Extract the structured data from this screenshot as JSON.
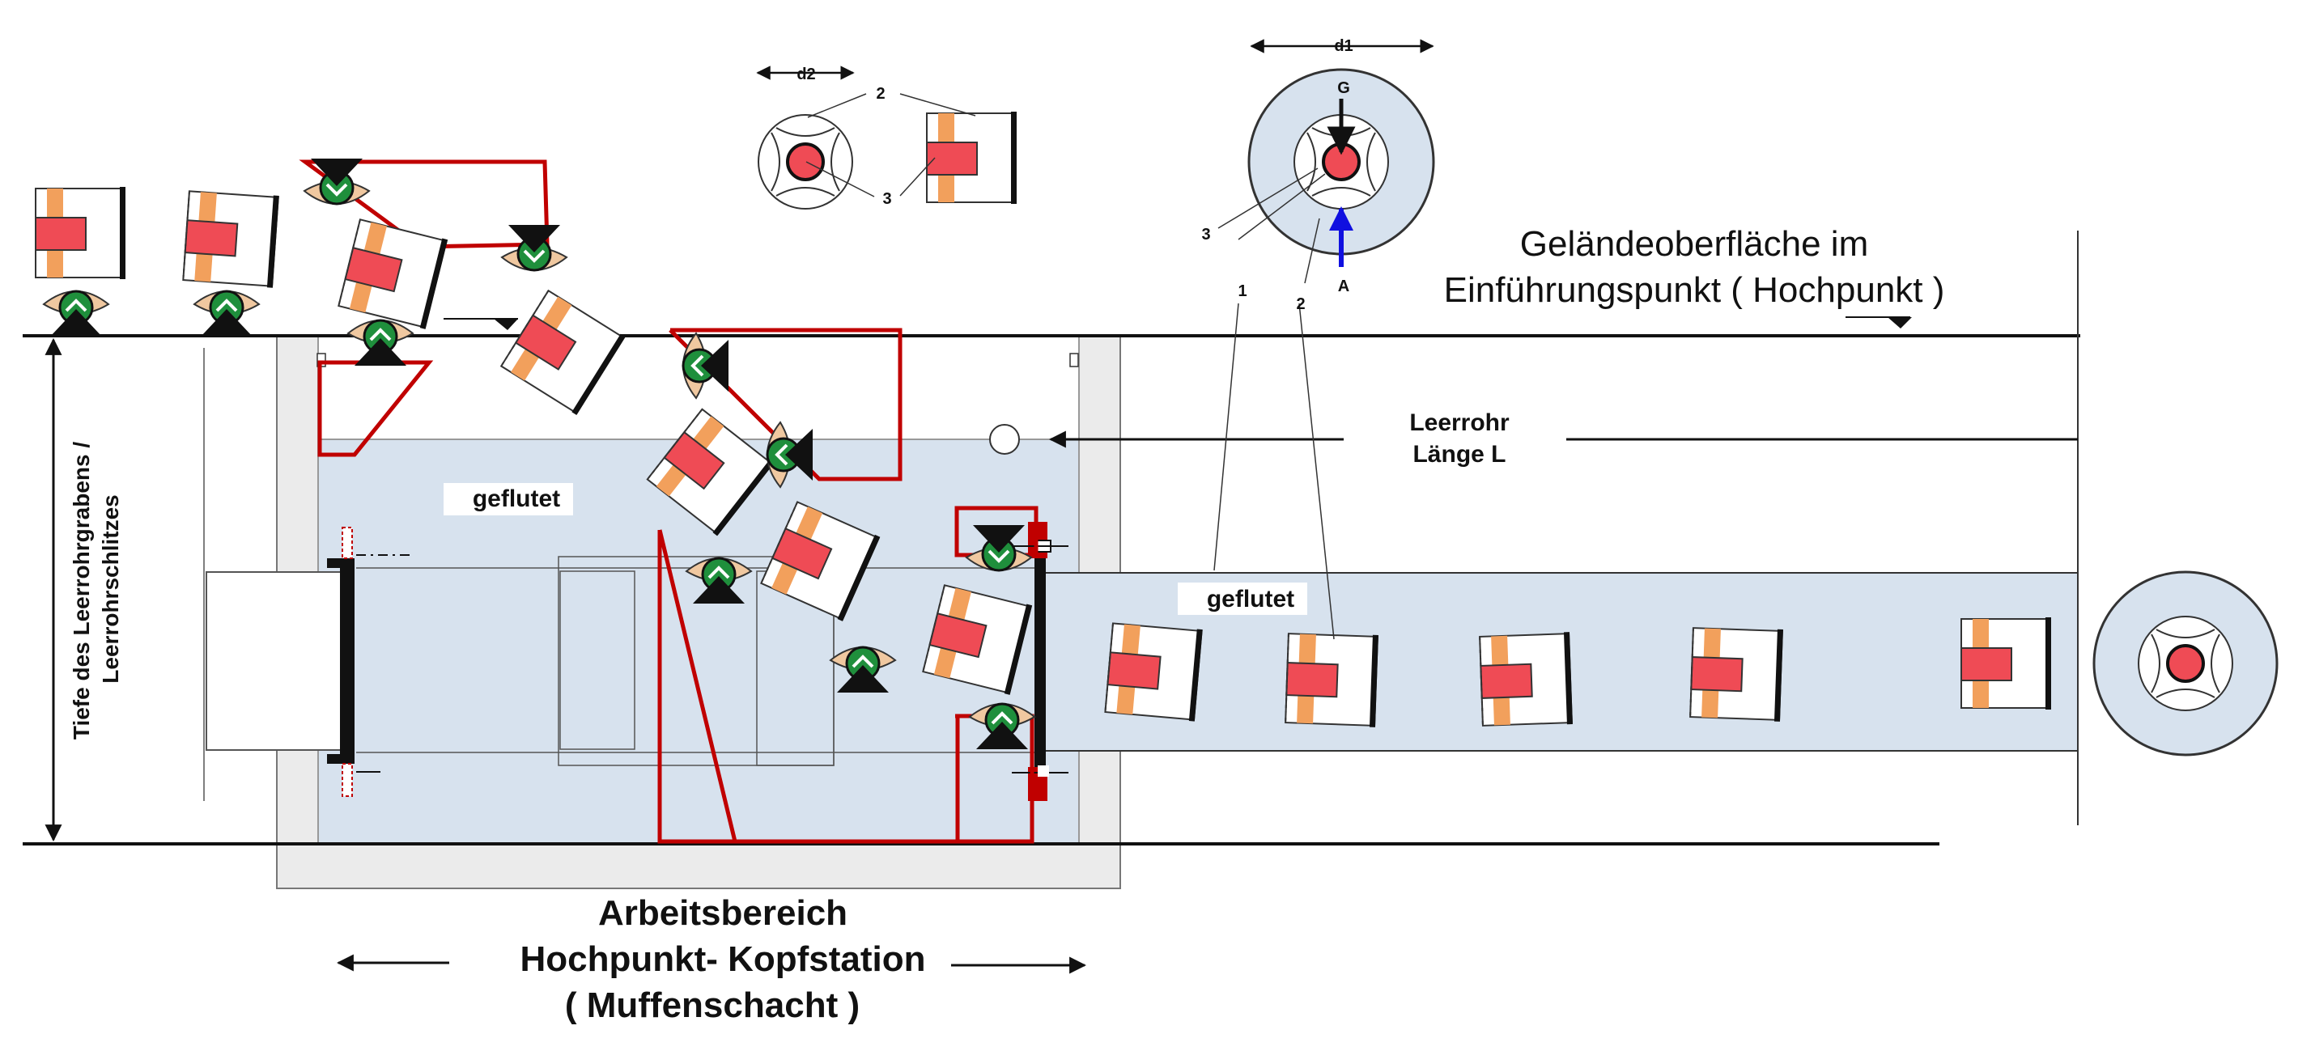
{
  "labels": {
    "d1": "d1",
    "d2": "d2",
    "g": "G",
    "a": "A",
    "num1": "1",
    "num2": "2",
    "num3": "3",
    "ground_surface_line1": "Geländeoberfläche im",
    "ground_surface_line2": "Einführungspunkt ( Hochpunkt )",
    "empty_pipe_line1": "Leerrohr",
    "empty_pipe_line2": "Länge L",
    "flooded": "geflutet",
    "depth_line1": "Tiefe des Leerrohrgrabens /",
    "depth_line2": "Leerrohrschlitzes",
    "work_area_line1": "Arbeitsbereich",
    "work_area_line2": "Hochpunkt- Kopfstation",
    "work_area_line3": "( Muffenschacht )"
  },
  "colors": {
    "water": "#d7e2ee",
    "pit": "#ebebeb",
    "red_outline": "#c00000",
    "drum_core": "#ef4b55",
    "drum_band": "#f2a05c",
    "roller": "#1f8f3c",
    "arrow_blue": "#1010e0"
  }
}
